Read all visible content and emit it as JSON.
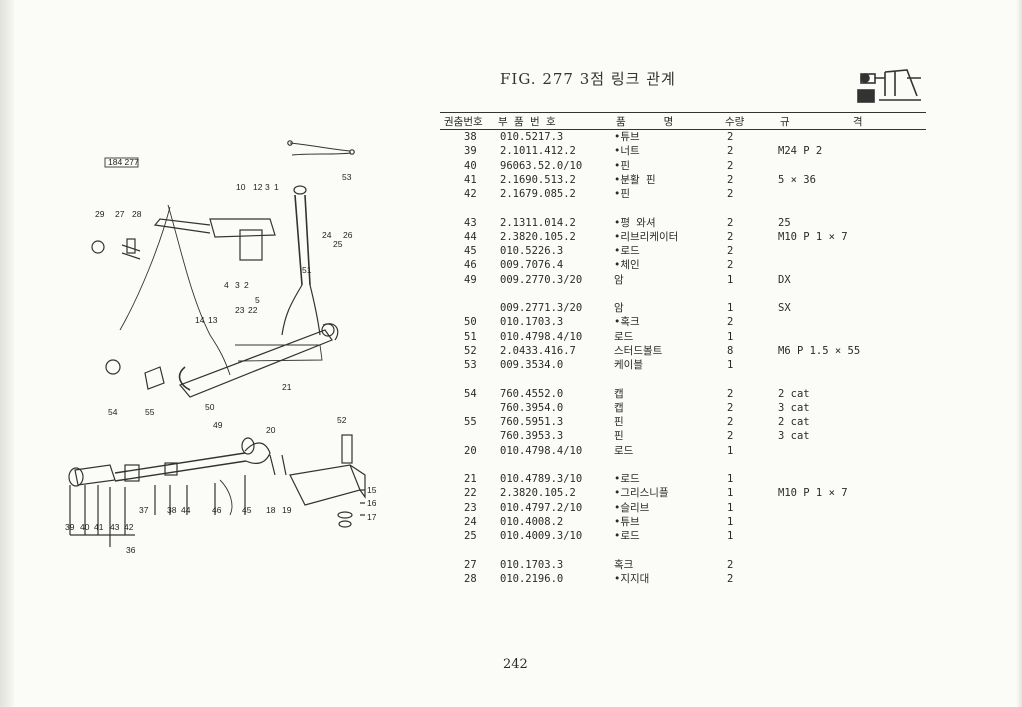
{
  "header": {
    "title": "FIG. 277  3점 링크 관계"
  },
  "figure": {
    "reference_box": "184 277",
    "callouts": [
      "10",
      "12",
      "3",
      "1",
      "53",
      "29",
      "27",
      "28",
      "24",
      "26",
      "25",
      "51",
      "4",
      "3",
      "2",
      "5",
      "14",
      "13",
      "23",
      "22",
      "54",
      "55",
      "50",
      "49",
      "21",
      "20",
      "52",
      "15",
      "16",
      "17",
      "39",
      "40",
      "41",
      "43",
      "42",
      "37",
      "38",
      "44",
      "46",
      "45",
      "18",
      "19",
      "36"
    ]
  },
  "table": {
    "headers": {
      "no": "권춤번호",
      "part": "부 품 번 호",
      "name": "품      명",
      "qty": "수량",
      "spec": "규          격"
    },
    "groups": [
      [
        {
          "no": "38",
          "part": "010.5217.3",
          "name": "•튜브",
          "qty": "2",
          "spec": ""
        },
        {
          "no": "39",
          "part": "2.1011.412.2",
          "name": "•너트",
          "qty": "2",
          "spec": "M24 P 2"
        },
        {
          "no": "40",
          "part": "96063.52.0/10",
          "name": "•핀",
          "qty": "2",
          "spec": ""
        },
        {
          "no": "41",
          "part": "2.1690.513.2",
          "name": "•분활 핀",
          "qty": "2",
          "spec": "5 × 36"
        },
        {
          "no": "42",
          "part": "2.1679.085.2",
          "name": "•핀",
          "qty": "2",
          "spec": ""
        }
      ],
      [
        {
          "no": "43",
          "part": "2.1311.014.2",
          "name": "•평 와셔",
          "qty": "2",
          "spec": "25"
        },
        {
          "no": "44",
          "part": "2.3820.105.2",
          "name": "•리브리케이터",
          "qty": "2",
          "spec": "M10 P 1 × 7"
        },
        {
          "no": "45",
          "part": "010.5226.3",
          "name": "•로드",
          "qty": "2",
          "spec": ""
        },
        {
          "no": "46",
          "part": "009.7076.4",
          "name": "•체인",
          "qty": "2",
          "spec": ""
        },
        {
          "no": "49",
          "part": "009.2770.3/20",
          "name": "암",
          "qty": "1",
          "spec": "DX"
        }
      ],
      [
        {
          "no": "",
          "part": "009.2771.3/20",
          "name": "암",
          "qty": "1",
          "spec": "SX"
        },
        {
          "no": "50",
          "part": "010.1703.3",
          "name": "•혹크",
          "qty": "2",
          "spec": ""
        },
        {
          "no": "51",
          "part": "010.4798.4/10",
          "name": "로드",
          "qty": "1",
          "spec": ""
        },
        {
          "no": "52",
          "part": "2.0433.416.7",
          "name": "스터드볼트",
          "qty": "8",
          "spec": "M6 P 1.5 × 55"
        },
        {
          "no": "53",
          "part": "009.3534.0",
          "name": "케이블",
          "qty": "1",
          "spec": ""
        }
      ],
      [
        {
          "no": "54",
          "part": "760.4552.0",
          "name": "캡",
          "qty": "2",
          "spec": "2 cat"
        },
        {
          "no": "",
          "part": "760.3954.0",
          "name": "캡",
          "qty": "2",
          "spec": "3 cat"
        },
        {
          "no": "55",
          "part": "760.5951.3",
          "name": "핀",
          "qty": "2",
          "spec": "2 cat"
        },
        {
          "no": "",
          "part": "760.3953.3",
          "name": "핀",
          "qty": "2",
          "spec": "3 cat"
        },
        {
          "no": "20",
          "part": "010.4798.4/10",
          "name": "로드",
          "qty": "1",
          "spec": ""
        }
      ],
      [
        {
          "no": "21",
          "part": "010.4789.3/10",
          "name": "•로드",
          "qty": "1",
          "spec": ""
        },
        {
          "no": "22",
          "part": "2.3820.105.2",
          "name": "•그리스니플",
          "qty": "1",
          "spec": "M10 P 1 × 7"
        },
        {
          "no": "23",
          "part": "010.4797.2/10",
          "name": "•슬리브",
          "qty": "1",
          "spec": ""
        },
        {
          "no": "24",
          "part": "010.4008.2",
          "name": "•튜브",
          "qty": "1",
          "spec": ""
        },
        {
          "no": "25",
          "part": "010.4009.3/10",
          "name": "•로드",
          "qty": "1",
          "spec": ""
        }
      ],
      [
        {
          "no": "27",
          "part": "010.1703.3",
          "name": "혹크",
          "qty": "2",
          "spec": ""
        },
        {
          "no": "28",
          "part": "010.2196.0",
          "name": "•지지대",
          "qty": "2",
          "spec": ""
        }
      ]
    ]
  },
  "footer": {
    "page_number": "242"
  }
}
